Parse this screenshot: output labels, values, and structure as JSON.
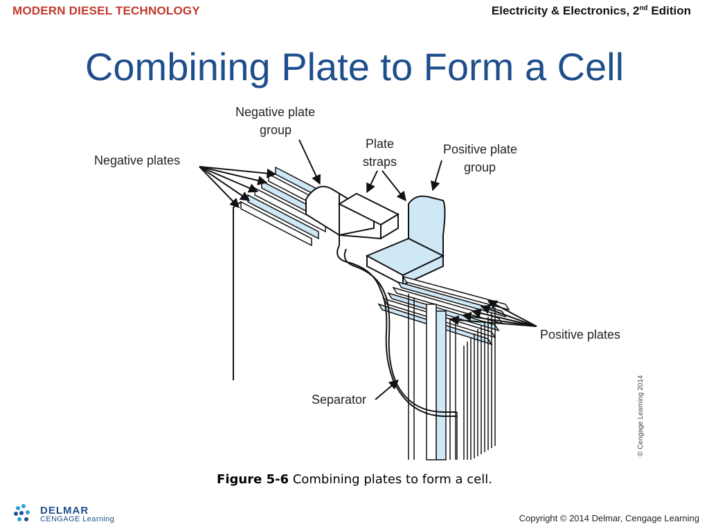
{
  "header": {
    "brand": "MODERN DIESEL TECHNOLOGY",
    "edition_main": "Electricity & Electronics, 2",
    "edition_sup": "nd",
    "edition_tail": " Edition"
  },
  "slide": {
    "title": "Combining Plate to Form a Cell"
  },
  "figure": {
    "labels": {
      "negative_plate_group": "Negative plate group",
      "negative_plate_group_line1": "Negative plate",
      "negative_plate_group_line2": "group",
      "plate_straps_line1": "Plate",
      "plate_straps_line2": "straps",
      "positive_plate_group_line1": "Positive plate",
      "positive_plate_group_line2": "group",
      "negative_plates": "Negative plates",
      "positive_plates": "Positive plates",
      "separator": "Separator"
    },
    "watermark": "© Cengage Learning 2014"
  },
  "caption": {
    "figure_number": "Figure 5-6",
    "text": " Combining plates to form a cell."
  },
  "footer": {
    "logo_top": "DELMAR",
    "logo_bottom": "CENGAGE Learning",
    "copyright": "Copyright © 2014 Delmar, Cengage Learning"
  },
  "colors": {
    "brand": "#c0392b",
    "title": "#1f4e8c",
    "plate_fill": "#cfe8f6"
  }
}
